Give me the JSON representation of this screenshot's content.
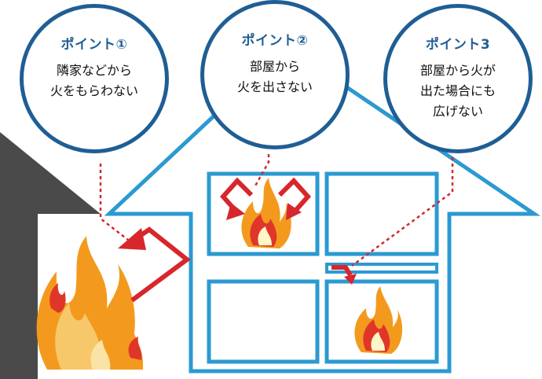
{
  "points": [
    {
      "title": "ポイント①",
      "lines": [
        "隣家などから",
        "火をもらわない"
      ]
    },
    {
      "title": "ポイント②",
      "lines": [
        "部屋から",
        "火を出さない"
      ]
    },
    {
      "title": "ポイント3",
      "lines": [
        "部屋から火が",
        "出た場合にも",
        "広げない"
      ]
    }
  ],
  "colors": {
    "house_line": "#2b9ad1",
    "bubble_border": "#1f5e94",
    "arrow": "#d7262c",
    "neighbor_roof": "#4a4a4a",
    "flame_outer": "#f39a1e",
    "flame_inner": "#e0362a",
    "flame_core": "#fff6c8"
  }
}
